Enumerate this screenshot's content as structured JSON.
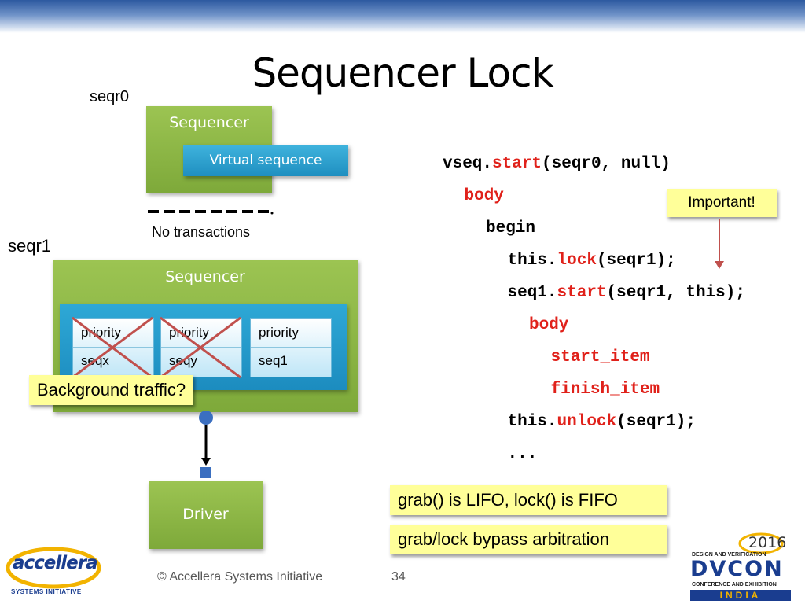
{
  "title": "Sequencer Lock",
  "seqr0": {
    "label": "seqr0",
    "box_title": "Sequencer",
    "virtual_seq": "Virtual sequence",
    "no_tx": "No transactions"
  },
  "seqr1": {
    "label": "seqr1",
    "box_title": "Sequencer",
    "slots": [
      {
        "priority": "priority",
        "name": "seqx",
        "crossed": true
      },
      {
        "priority": "priority",
        "name": "seqy",
        "crossed": true
      },
      {
        "priority": "priority",
        "name": "seq1",
        "crossed": false
      }
    ]
  },
  "driver": "Driver",
  "notes": {
    "background": "Background traffic?",
    "important": "Important!",
    "grab_lifo": "grab() is LIFO, lock() is FIFO",
    "bypass": "grab/lock bypass arbitration"
  },
  "code": [
    {
      "indent": 0,
      "parts": [
        {
          "t": "vseq."
        },
        {
          "t": "start",
          "kw": true
        },
        {
          "t": "(seqr0, null)"
        }
      ]
    },
    {
      "indent": 1,
      "parts": [
        {
          "t": "body",
          "kw": true
        }
      ]
    },
    {
      "indent": 2,
      "parts": [
        {
          "t": "begin"
        }
      ]
    },
    {
      "indent": 3,
      "parts": [
        {
          "t": "this."
        },
        {
          "t": "lock",
          "kw": true
        },
        {
          "t": "(seqr1);"
        }
      ]
    },
    {
      "indent": 3,
      "parts": [
        {
          "t": "seq1."
        },
        {
          "t": "start",
          "kw": true
        },
        {
          "t": "(seqr1, this);"
        }
      ]
    },
    {
      "indent": 4,
      "parts": [
        {
          "t": "body",
          "kw": true
        }
      ]
    },
    {
      "indent": 5,
      "parts": [
        {
          "t": "start_item",
          "kw": true
        }
      ]
    },
    {
      "indent": 5,
      "parts": [
        {
          "t": "finish_item",
          "kw": true
        }
      ]
    },
    {
      "indent": 3,
      "parts": [
        {
          "t": "this."
        },
        {
          "t": "unlock",
          "kw": true
        },
        {
          "t": "(seqr1);"
        }
      ]
    },
    {
      "indent": 3,
      "parts": [
        {
          "t": "..."
        }
      ]
    }
  ],
  "footer": {
    "copyright": "© Accellera Systems Initiative",
    "page": "34"
  },
  "logos": {
    "accellera": {
      "name": "accellera",
      "tagline": "SYSTEMS INITIATIVE"
    },
    "dvcon": {
      "year": "2016",
      "line1": "DESIGN AND VERIFICATION",
      "name": "DVCON",
      "line2": "CONFERENCE AND EXHIBITION",
      "region": "INDIA"
    }
  },
  "colors": {
    "keyword": "#e0211a",
    "note": "#ffff99",
    "green": "#8cb744",
    "blue": "#2ea8d6"
  }
}
